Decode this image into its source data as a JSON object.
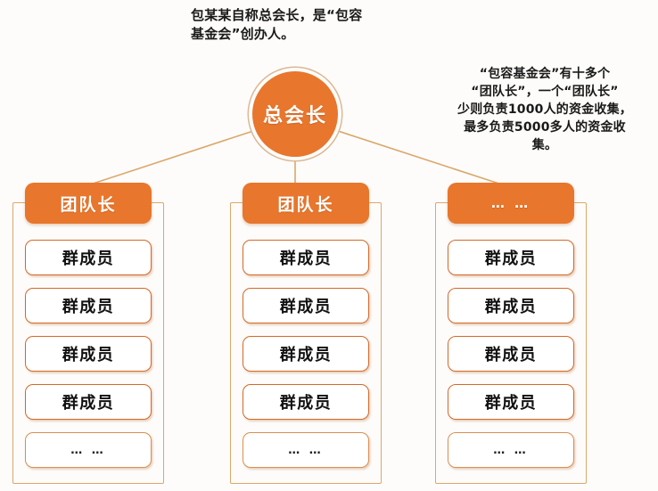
{
  "annotations": {
    "top_note": "包某某自称总会长，是“包容\n基金会”创办人。",
    "right_note": "“包容基金会”有十多个\n“团队长”，一个“团队长”\n少则负责1000人的资金收集，\n最多负责5000多人的资金收\n集。"
  },
  "root": {
    "label": "总会长",
    "shape": "circle",
    "fill": "#e8762c",
    "text_color": "#ffffff",
    "ring_color": "#dcb894"
  },
  "colors": {
    "accent_orange": "#e8762c",
    "box_border": "#d4692a",
    "frame_border": "#d9a86b",
    "background": "#fdfcfa",
    "text_dark": "#111111"
  },
  "columns": [
    {
      "header": "团队长",
      "header_is_dots": false,
      "members": [
        {
          "label": "群成员",
          "is_ellipsis": false
        },
        {
          "label": "群成员",
          "is_ellipsis": false
        },
        {
          "label": "群成员",
          "is_ellipsis": false
        },
        {
          "label": "群成员",
          "is_ellipsis": false
        },
        {
          "label": "… …",
          "is_ellipsis": true
        }
      ]
    },
    {
      "header": "团队长",
      "header_is_dots": false,
      "members": [
        {
          "label": "群成员",
          "is_ellipsis": false
        },
        {
          "label": "群成员",
          "is_ellipsis": false
        },
        {
          "label": "群成员",
          "is_ellipsis": false
        },
        {
          "label": "群成员",
          "is_ellipsis": false
        },
        {
          "label": "… …",
          "is_ellipsis": true
        }
      ]
    },
    {
      "header": "… …",
      "header_is_dots": true,
      "members": [
        {
          "label": "群成员",
          "is_ellipsis": false
        },
        {
          "label": "群成员",
          "is_ellipsis": false
        },
        {
          "label": "群成员",
          "is_ellipsis": false
        },
        {
          "label": "群成员",
          "is_ellipsis": false
        },
        {
          "label": "… …",
          "is_ellipsis": true
        }
      ]
    }
  ]
}
